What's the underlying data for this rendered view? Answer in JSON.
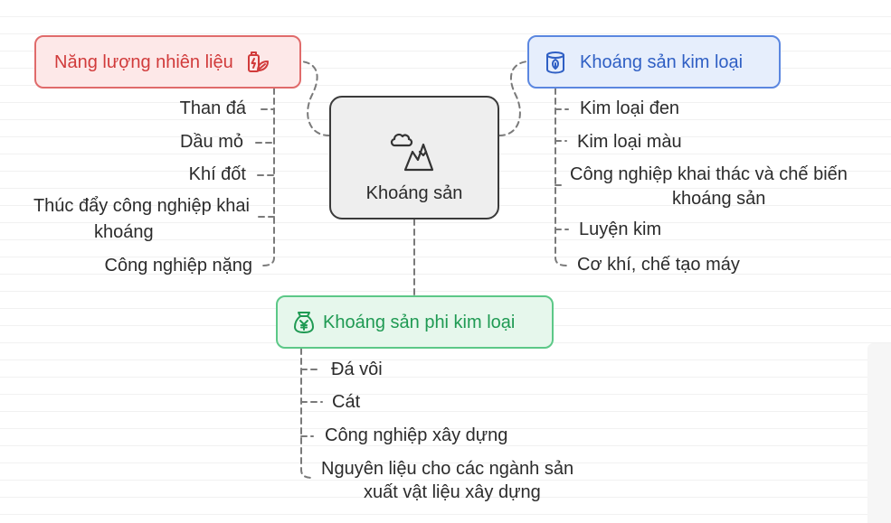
{
  "root": {
    "label": "Khoáng sản",
    "icon": "mountain-cloud-icon"
  },
  "branches": {
    "energy": {
      "label": "Năng lượng nhiên liệu",
      "icon": "fuel-leaf-icon",
      "color": "#e06b6b",
      "items": [
        "Than đá",
        "Dầu mỏ",
        "Khí đốt",
        "Thúc đẩy công nghiệp khai",
        "khoáng",
        "Công nghiệp nặng"
      ]
    },
    "metal": {
      "label": "Khoáng sản kim loại",
      "icon": "cylinder-leaf-icon",
      "color": "#5b87e0",
      "items": [
        "Kim loại đen",
        "Kim loại màu",
        "Công nghiệp khai thác và chế biến",
        "khoáng sản",
        "Luyện kim",
        "Cơ khí, chế tạo máy"
      ]
    },
    "nonmetal": {
      "label": "Khoáng sản phi kim loại",
      "icon": "money-bag-icon",
      "color": "#5cc887",
      "items": [
        "Đá vôi",
        "Cát",
        "Công nghiệp xây dựng",
        "Nguyên liệu cho các ngành sản",
        "xuất vật liệu xây dựng"
      ]
    }
  }
}
